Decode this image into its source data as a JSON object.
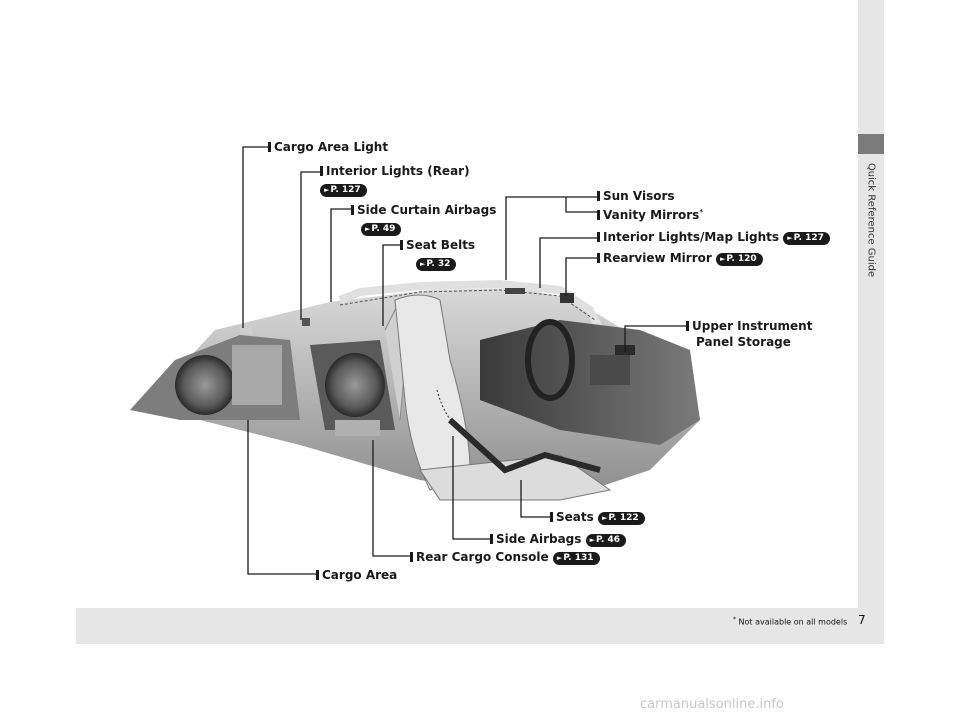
{
  "sidebar": {
    "label": "Quick Reference Guide"
  },
  "page": {
    "number": "7"
  },
  "footnote": {
    "star": "*",
    "text": " Not available on all models"
  },
  "callouts": {
    "cargo_area_light": {
      "label": "Cargo Area Light"
    },
    "interior_lights_rear": {
      "label": "Interior Lights (Rear)",
      "ref": "P. 127"
    },
    "side_curtain_airbags": {
      "label": "Side Curtain Airbags",
      "ref": "P. 49"
    },
    "seat_belts": {
      "label": "Seat Belts",
      "ref": "P. 32"
    },
    "sun_visors": {
      "label": "Sun Visors"
    },
    "vanity_mirrors": {
      "label": "Vanity Mirrors",
      "star": "*"
    },
    "interior_map_lights": {
      "label": "Interior Lights/Map Lights",
      "ref": "P. 127"
    },
    "rearview_mirror": {
      "label": "Rearview Mirror",
      "ref": "P. 120"
    },
    "upper_instrument": {
      "label": "Upper Instrument",
      "label2": "Panel Storage"
    },
    "seats": {
      "label": "Seats",
      "ref": "P. 122"
    },
    "side_airbags": {
      "label": "Side Airbags",
      "ref": "P. 46"
    },
    "rear_cargo_console": {
      "label": "Rear Cargo Console",
      "ref": "P. 131"
    },
    "cargo_area": {
      "label": "Cargo Area"
    }
  },
  "watermark": {
    "text": "carmanualsonline.info"
  },
  "colors": {
    "ref_badge": "#1a1a1a",
    "tab_gray": "#e6e6e6",
    "tab_dark": "#7a7a7a"
  }
}
